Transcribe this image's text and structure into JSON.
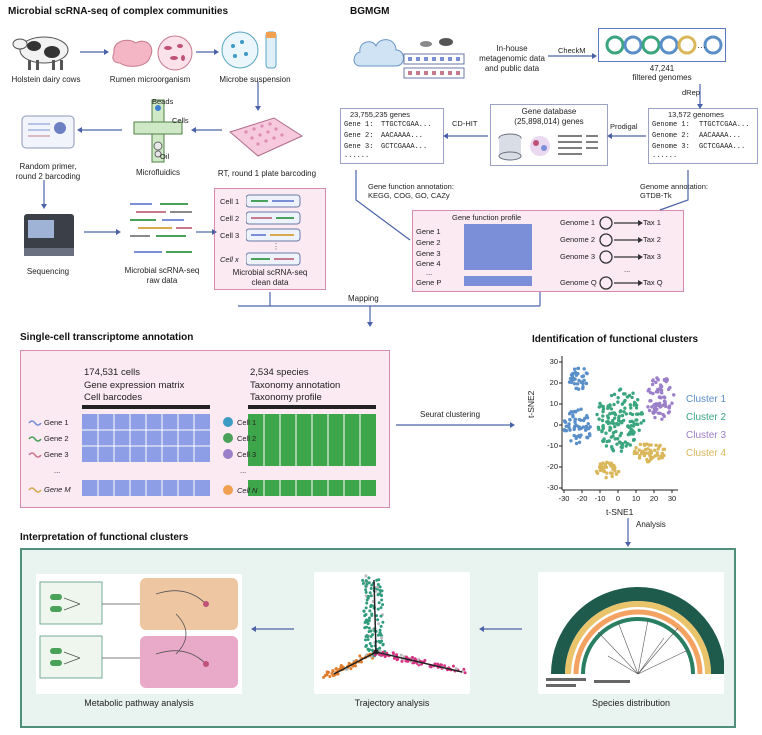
{
  "section_titles": {
    "scrnaseq": "Microbial scRNA-seq of complex communities",
    "bgmgm": "BGMGM",
    "annotation": "Single-cell transcriptome annotation",
    "functional_clusters": "Identification of functional clusters",
    "interpretation": "Interpretation of functional clusters"
  },
  "workflow": {
    "cows": "Holstein dairy cows",
    "rumen": "Rumen microorganism",
    "suspension": "Microbe suspension",
    "beads": "Beads",
    "cells": "Cells",
    "oil": "Oil",
    "microfluidics": "Microfluidics",
    "rt_barcoding": "RT, round 1 plate barcoding",
    "random_primer": "Random primer,\nround 2 barcoding",
    "sequencing": "Sequencing",
    "raw_data": "Microbial scRNA-seq\nraw data",
    "clean_data": "Microbial scRNA-seq\nclean data",
    "clean_cells": [
      "Cell 1",
      "Cell 2",
      "Cell 3",
      "Cell x"
    ],
    "mapping": "Mapping"
  },
  "bgmgm": {
    "inhouse": "In-house\nmetagenomic data\nand public data",
    "checkm": "CheckM",
    "filtered_count": "47,241",
    "filtered_label": "filtered genomes",
    "drep": "dRep",
    "genomes_count": "13,572 genomes",
    "genome_seqs": [
      {
        "name": "Genome 1:",
        "seq": "TTGCTCGAA..."
      },
      {
        "name": "Genome 2:",
        "seq": "AACAAAA..."
      },
      {
        "name": "Genome 3:",
        "seq": "GCTCGAAA..."
      }
    ],
    "prodigal": "Prodigal",
    "gene_db": "Gene database\n(25,898,014) genes",
    "cdhit": "CD-HIT",
    "genes_count": "23,755,235 genes",
    "gene_seqs": [
      {
        "name": "Gene 1:",
        "seq": "TTGCTCGAA..."
      },
      {
        "name": "Gene 2:",
        "seq": "AACAAAA..."
      },
      {
        "name": "Gene 3:",
        "seq": "GCTCGAAA..."
      }
    ],
    "dots": "......",
    "gene_func_annot": "Gene function annotation:\nKEGG, COG, GO, CAZy",
    "genome_annot": "Genome annotation:\nGTDB-Tk",
    "gene_func_profile": "Gene function profile",
    "profile_genes": [
      "Gene 1",
      "Gene 2",
      "Gene 3",
      "Gene 4",
      "...",
      "Gene P"
    ],
    "genome_tax": [
      {
        "genome": "Genome 1",
        "tax": "Tax 1"
      },
      {
        "genome": "Genome 2",
        "tax": "Tax 2"
      },
      {
        "genome": "Genome 3",
        "tax": "Tax 3"
      },
      {
        "genome": "...",
        "tax": "..."
      },
      {
        "genome": "Genome Q",
        "tax": "Tax Q"
      }
    ]
  },
  "annotation": {
    "cells_count": "174,531 cells",
    "gem": "Gene expression matrix",
    "barcodes": "Cell barcodes",
    "genes": [
      "Gene 1",
      "Gene 2",
      "Gene 3",
      "...",
      "Gene M"
    ],
    "species_count": "2,534 species",
    "tax_annot": "Taxonomy annotation",
    "tax_profile": "Taxonomy profile",
    "cells": [
      "Cell 1",
      "Cell 2",
      "Cell 3",
      "...",
      "Cell N"
    ],
    "seurat": "Seurat clustering"
  },
  "tsne": {
    "xlabel": "t-SNE1",
    "ylabel": "t-SNE2",
    "xticks": [
      "-30",
      "-20",
      "-10",
      "0",
      "10",
      "20",
      "30"
    ],
    "yticks": [
      "30",
      "20",
      "10",
      "0",
      "-10",
      "-20",
      "-30"
    ],
    "clusters": [
      {
        "name": "Cluster 1",
        "color": "#5b8fc9"
      },
      {
        "name": "Cluster 2",
        "color": "#3aa57e"
      },
      {
        "name": "Cluster 3",
        "color": "#9b7fc8"
      },
      {
        "name": "Cluster 4",
        "color": "#d9b75a"
      }
    ],
    "analysis": "Analysis"
  },
  "interpretation": {
    "metabolic": "Metabolic pathway analysis",
    "trajectory": "Trajectory analysis",
    "species": "Species distribution"
  },
  "colors": {
    "pink": "#fbeaf2",
    "blue": "#7b8fd9",
    "green": "#3ea64a",
    "teal": "#4f8f7b"
  }
}
